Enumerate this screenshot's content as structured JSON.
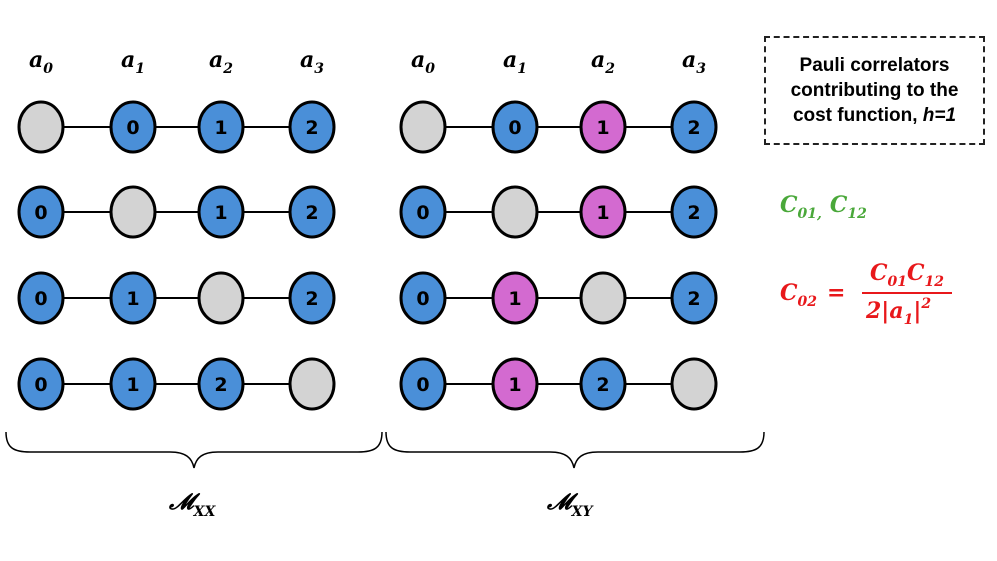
{
  "column_labels": [
    {
      "base": "a",
      "sub": "0"
    },
    {
      "base": "a",
      "sub": "1"
    },
    {
      "base": "a",
      "sub": "2"
    },
    {
      "base": "a",
      "sub": "3"
    }
  ],
  "colors": {
    "blue": "#4a8fd8",
    "pink": "#d36ad0",
    "gray": "#d3d3d3",
    "green": "#4aa83a",
    "red": "#e8181b"
  },
  "groups": [
    {
      "label": {
        "base": "𝓜",
        "sub": "XX"
      },
      "rows": [
        [
          {
            "color": "gray",
            "label": ""
          },
          {
            "color": "blue",
            "label": "0"
          },
          {
            "color": "blue",
            "label": "1"
          },
          {
            "color": "blue",
            "label": "2"
          }
        ],
        [
          {
            "color": "blue",
            "label": "0"
          },
          {
            "color": "gray",
            "label": ""
          },
          {
            "color": "blue",
            "label": "1"
          },
          {
            "color": "blue",
            "label": "2"
          }
        ],
        [
          {
            "color": "blue",
            "label": "0"
          },
          {
            "color": "blue",
            "label": "1"
          },
          {
            "color": "gray",
            "label": ""
          },
          {
            "color": "blue",
            "label": "2"
          }
        ],
        [
          {
            "color": "blue",
            "label": "0"
          },
          {
            "color": "blue",
            "label": "1"
          },
          {
            "color": "blue",
            "label": "2"
          },
          {
            "color": "gray",
            "label": ""
          }
        ]
      ]
    },
    {
      "label": {
        "base": "𝓜",
        "sub": "XY"
      },
      "rows": [
        [
          {
            "color": "gray",
            "label": ""
          },
          {
            "color": "blue",
            "label": "0"
          },
          {
            "color": "pink",
            "label": "1"
          },
          {
            "color": "blue",
            "label": "2"
          }
        ],
        [
          {
            "color": "blue",
            "label": "0"
          },
          {
            "color": "gray",
            "label": ""
          },
          {
            "color": "pink",
            "label": "1"
          },
          {
            "color": "blue",
            "label": "2"
          }
        ],
        [
          {
            "color": "blue",
            "label": "0"
          },
          {
            "color": "pink",
            "label": "1"
          },
          {
            "color": "gray",
            "label": ""
          },
          {
            "color": "blue",
            "label": "2"
          }
        ],
        [
          {
            "color": "blue",
            "label": "0"
          },
          {
            "color": "pink",
            "label": "1"
          },
          {
            "color": "blue",
            "label": "2"
          },
          {
            "color": "gray",
            "label": ""
          }
        ]
      ]
    }
  ],
  "legend": {
    "line1": "Pauli correlators",
    "line2": "contributing to the",
    "line3_prefix": "cost function, ",
    "line3_italic": "h=1"
  },
  "green_correlators": {
    "c01": {
      "base": "C",
      "sub": "01,"
    },
    "c12": {
      "base": "C",
      "sub": "12"
    }
  },
  "red_formula": {
    "lhs": {
      "base": "C",
      "sub": "02"
    },
    "equals": "=",
    "num1": {
      "base": "C",
      "sub": "01"
    },
    "num2": {
      "base": "C",
      "sub": "12"
    },
    "den_coeff": "2|",
    "den_var": {
      "base": "a",
      "sub": "1"
    },
    "den_tail": "|",
    "den_exp": "2"
  }
}
